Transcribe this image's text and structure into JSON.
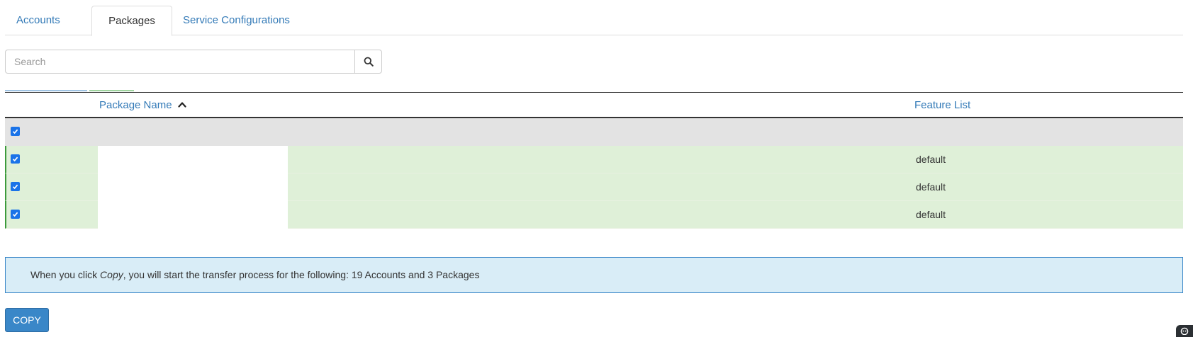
{
  "tabs": [
    {
      "label": "Accounts",
      "active": false
    },
    {
      "label": "Packages",
      "active": true
    },
    {
      "label": "Service Configurations",
      "active": false
    }
  ],
  "search": {
    "placeholder": "Search",
    "value": "",
    "button_icon": "search-icon"
  },
  "table": {
    "columns": {
      "name": "Package Name",
      "feature": "Feature List"
    },
    "sort": {
      "column": "Package Name",
      "direction": "ascending",
      "icon": "chevron-up-icon"
    },
    "rows": [
      {
        "name": "",
        "feature": "default",
        "checked": true
      },
      {
        "name": "",
        "feature": "default",
        "checked": true
      },
      {
        "name": "",
        "feature": "default",
        "checked": true
      }
    ]
  },
  "info": {
    "before": "When you click ",
    "emphasis": "Copy",
    "after": ", you will start the transfer process for the following: 19 Accounts and 3 Packages"
  },
  "actions": {
    "copy_label": "COPY"
  },
  "colors": {
    "link": "#337ab7",
    "selected_row": "#dff0d8",
    "info_bg": "#d9edf7",
    "primary": "#3a87c8"
  }
}
